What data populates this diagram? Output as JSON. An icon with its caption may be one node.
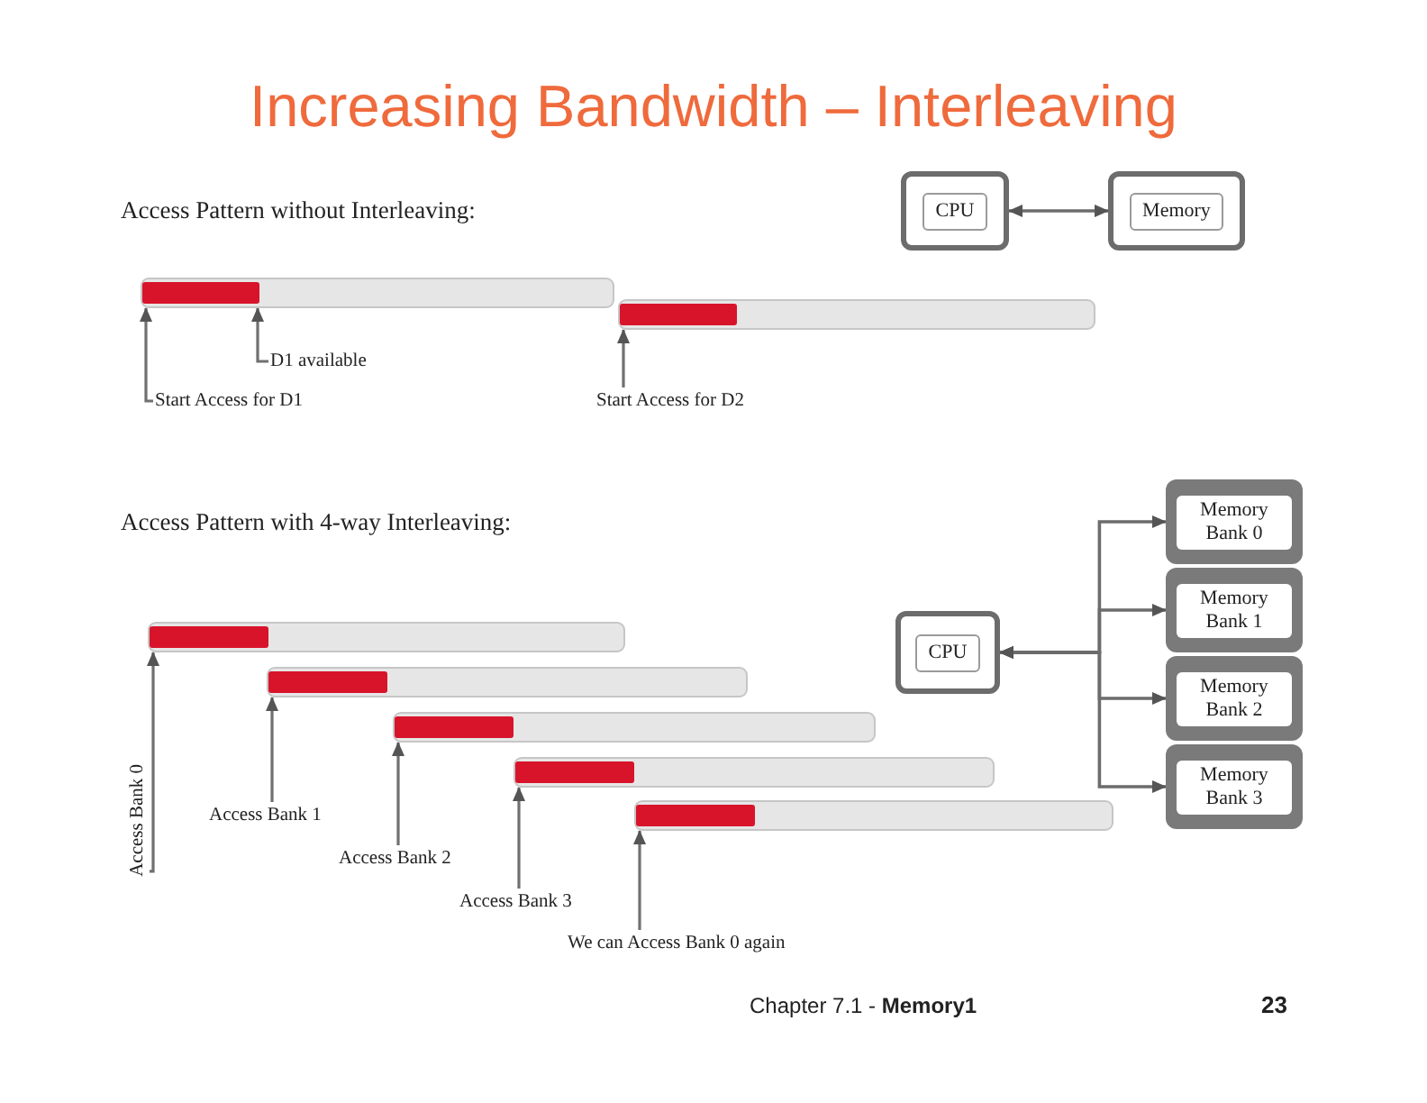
{
  "diagram": {
    "title": "Increasing Bandwidth – Interleaving",
    "nodes": [
      {
        "text": [
          "CPU"
        ]
      },
      {
        "text": [
          "Memory"
        ]
      },
      {
        "text": [],
        "shape": "bar"
      },
      {
        "text": [],
        "shape": "bar"
      },
      {
        "text": [
          "D1 available"
        ]
      },
      {
        "text": [
          "Start Access for D1"
        ]
      },
      {
        "text": [
          "Start Access for D2"
        ]
      },
      {
        "text": [
          "CPU"
        ]
      },
      {
        "text": [
          "Memory Bank 0"
        ]
      },
      {
        "text": [
          "Memory Bank 1"
        ]
      },
      {
        "text": [
          "Memory Bank 2"
        ]
      },
      {
        "text": [
          "Memory Bank 3"
        ]
      },
      {
        "text": [],
        "shape": "bar"
      },
      {
        "text": [],
        "shape": "bar"
      },
      {
        "text": [],
        "shape": "bar"
      },
      {
        "text": [],
        "shape": "bar"
      },
      {
        "text": [],
        "shape": "bar"
      },
      {
        "text": [
          "Access Bank 0"
        ]
      },
      {
        "text": [
          "Access Bank 1"
        ]
      },
      {
        "text": [
          "Access Bank 2"
        ]
      },
      {
        "text": [
          "Access Bank 3"
        ]
      },
      {
        "text": [
          "We can Access Bank 0 again"
        ]
      }
    ],
    "edges": [
      {
        "from": 0,
        "to": 1,
        "arrow": "both"
      },
      {
        "from": 4,
        "to": 2,
        "arrow": "to"
      },
      {
        "from": 5,
        "to": 2,
        "arrow": "to"
      },
      {
        "from": 6,
        "to": 3,
        "arrow": "to"
      },
      {
        "from": 7,
        "to": 8,
        "arrow": "both"
      },
      {
        "from": 7,
        "to": 9,
        "arrow": "both"
      },
      {
        "from": 7,
        "to": 10,
        "arrow": "both"
      },
      {
        "from": 7,
        "to": 11,
        "arrow": "both"
      },
      {
        "from": 17,
        "to": 12,
        "arrow": "to"
      },
      {
        "from": 18,
        "to": 13,
        "arrow": "to"
      },
      {
        "from": 19,
        "to": 14,
        "arrow": "to"
      },
      {
        "from": 20,
        "to": 15,
        "arrow": "to"
      },
      {
        "from": 21,
        "to": 16,
        "arrow": "to"
      }
    ],
    "labels": [
      "Access Pattern without Interleaving:",
      "Access Pattern with 4-way Interleaving:",
      "Chapter 7.1 - **Memory1**",
      "23"
    ]
  }
}
